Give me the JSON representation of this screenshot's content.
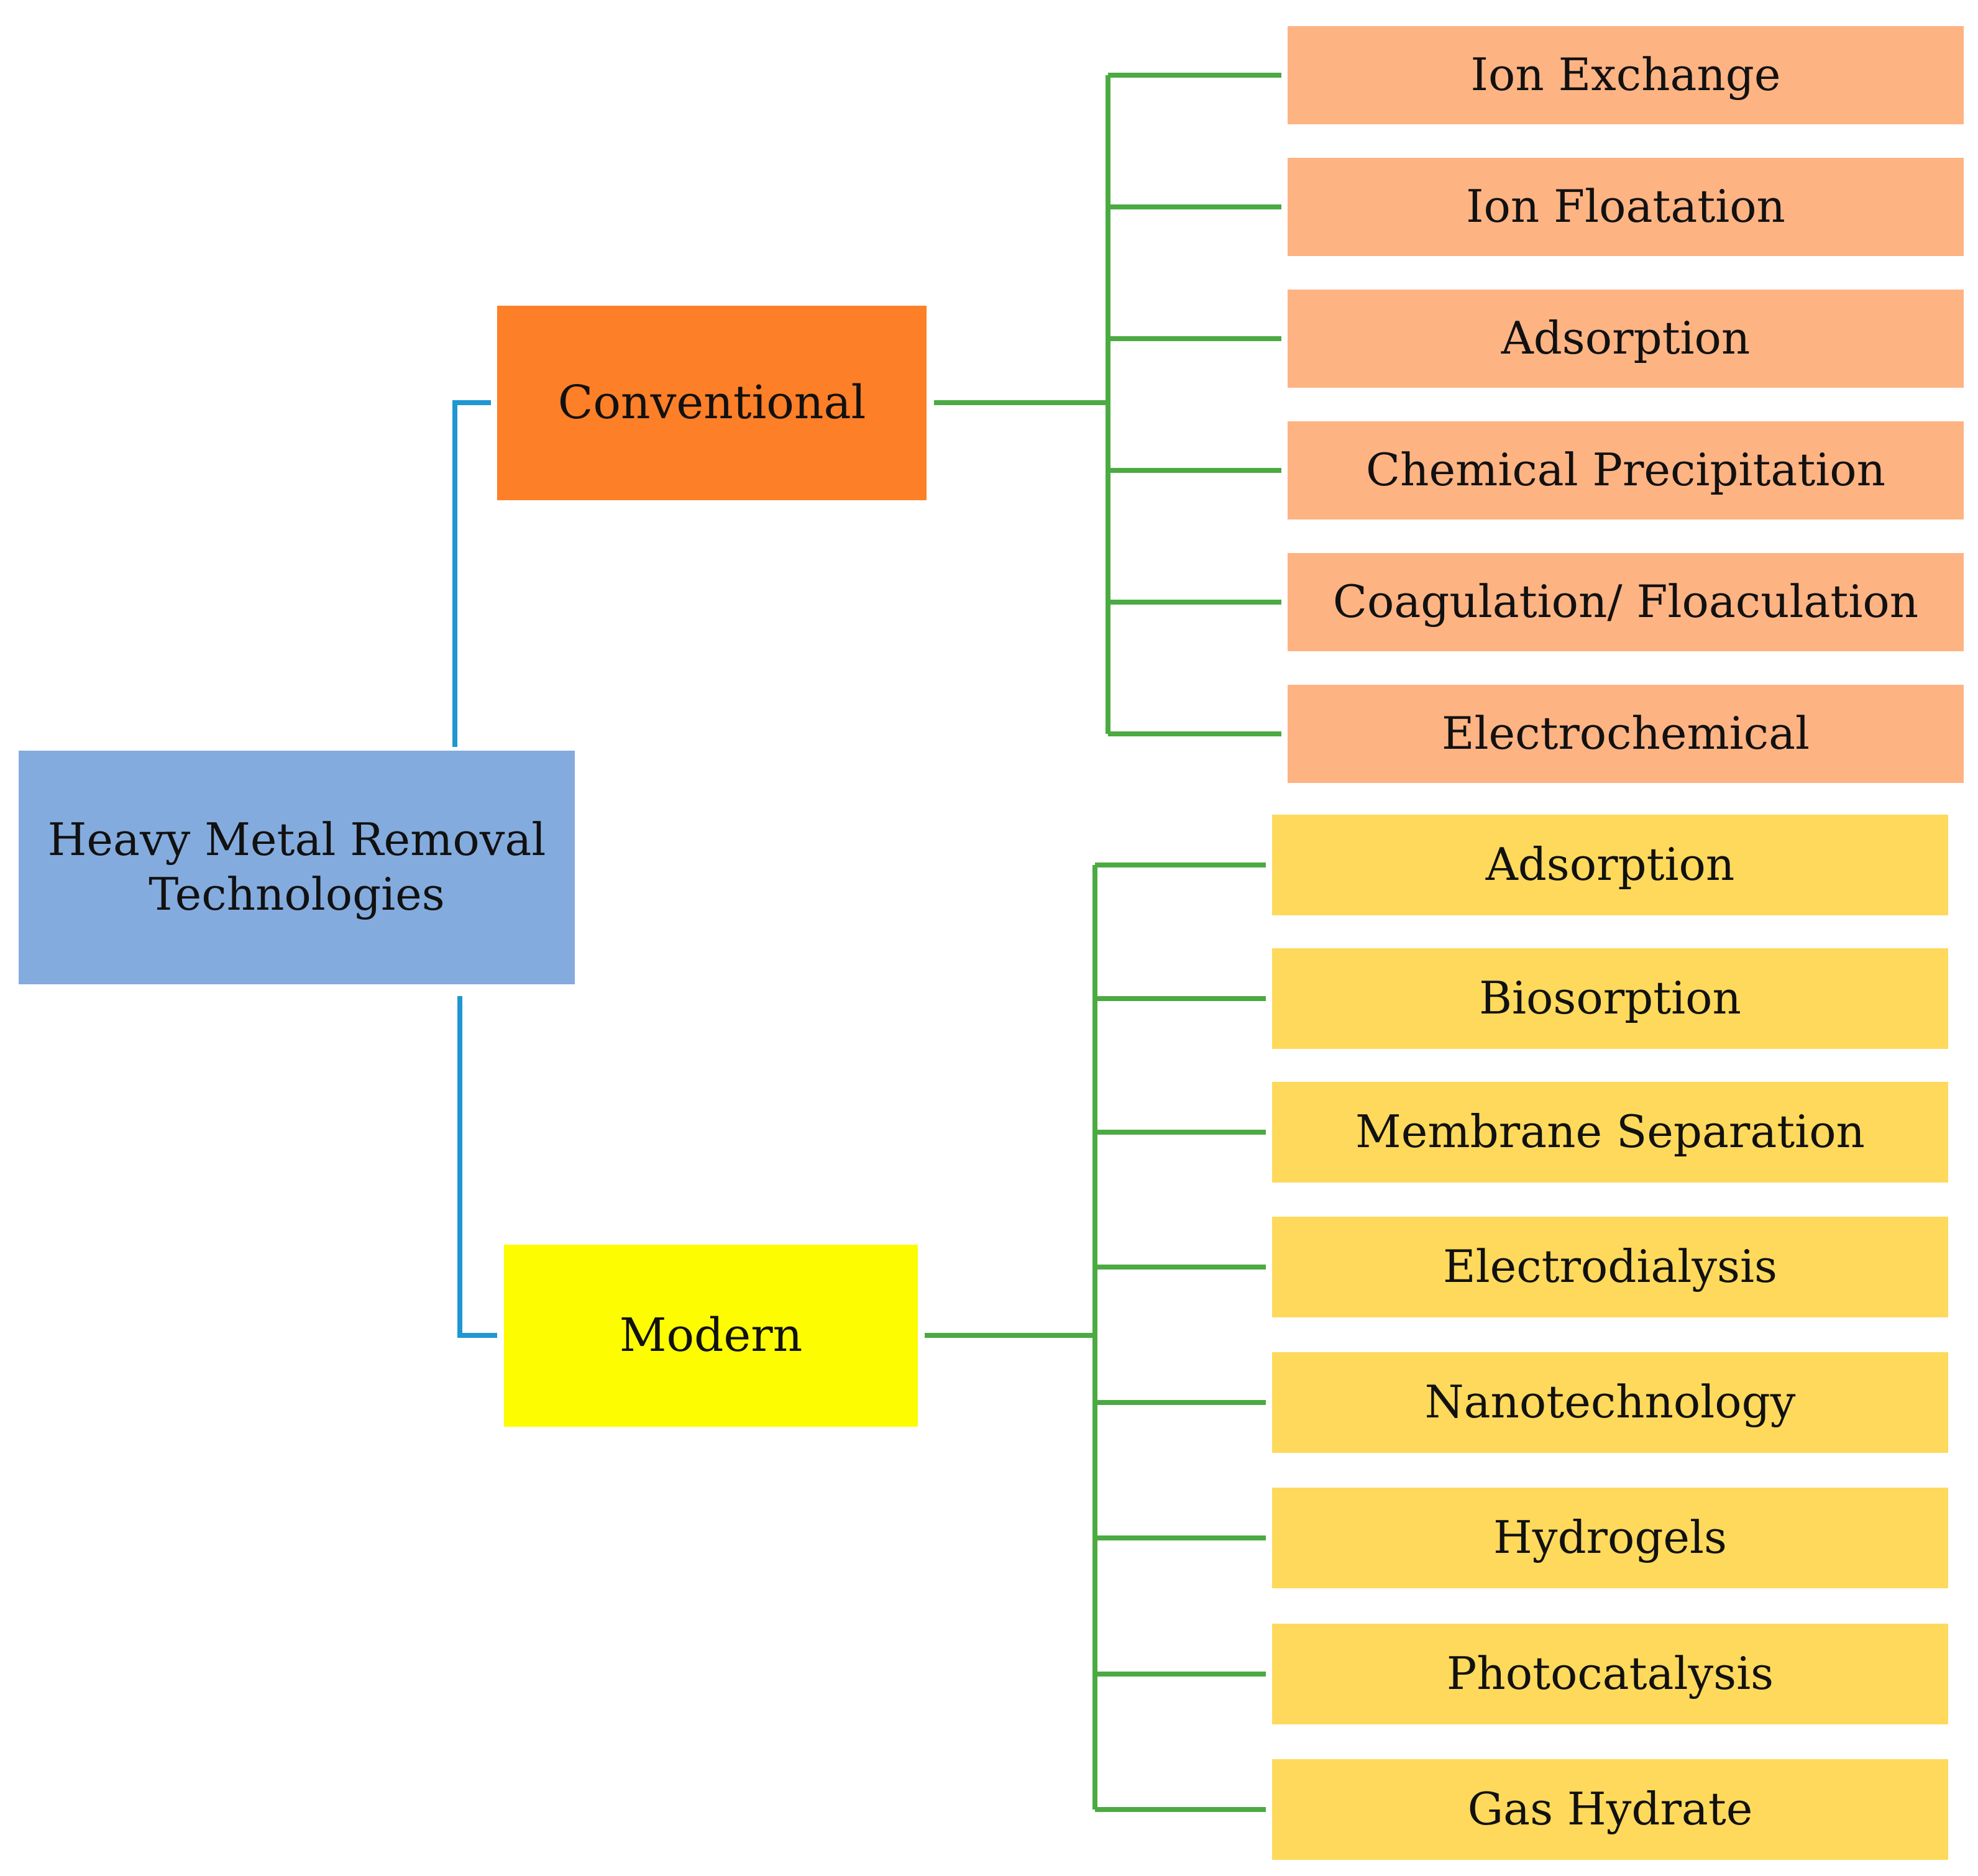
{
  "diagram": {
    "root": {
      "line1": "Heavy Metal Removal",
      "line2": "Technologies",
      "color": "#84ABDD"
    },
    "branches": [
      {
        "label": "Conventional",
        "color": "#FD7F28",
        "leaf_color": "#FEB383",
        "leaves": [
          "Ion Exchange",
          "Ion Floatation",
          "Adsorption",
          "Chemical Precipitation",
          "Coagulation/ Floaculation",
          "Electrochemical"
        ]
      },
      {
        "label": "Modern",
        "color": "#FEFC00",
        "leaf_color": "#FED95B",
        "leaves": [
          "Adsorption",
          "Biosorption",
          "Membrane Separation",
          "Electrodialysis",
          "Nanotechnology",
          "Hydrogels",
          "Photocatalysis",
          "Gas Hydrate"
        ]
      }
    ],
    "connector_colors": {
      "root_to_branch": "#1F97D0",
      "branch_to_leaf": "#4BAA41"
    }
  }
}
